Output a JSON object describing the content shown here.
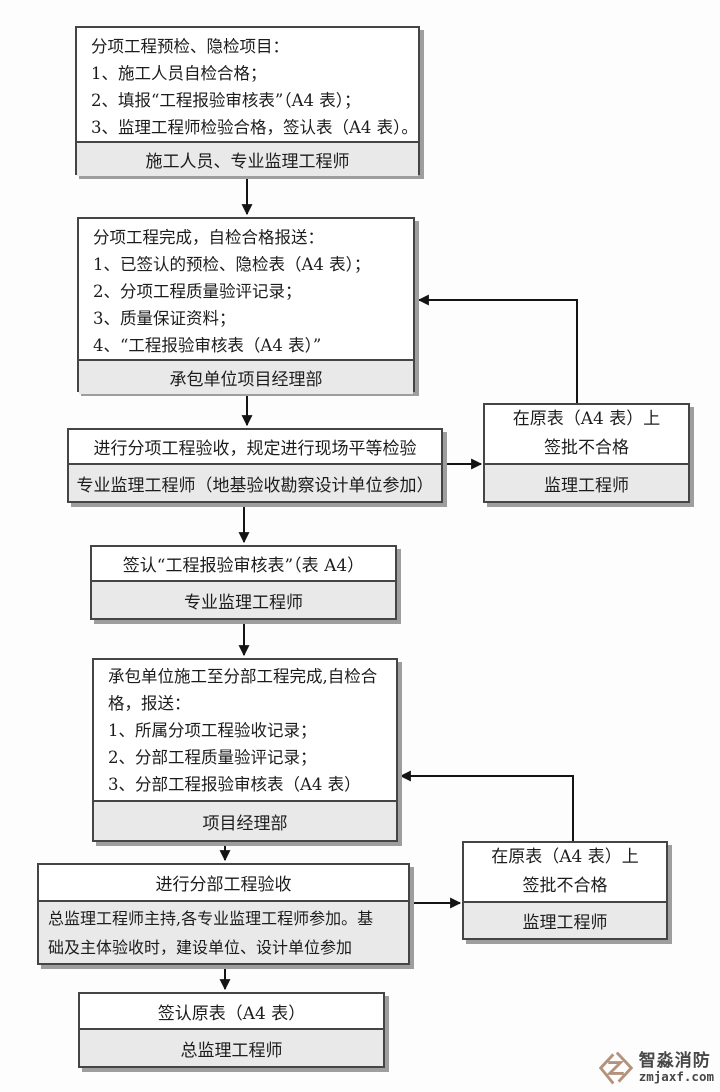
{
  "colors": {
    "page_bg": "#fdfdfd",
    "box_border": "#454545",
    "footer_bg": "#e9e9e9",
    "box_shadow": "#9e9e9e",
    "line": "#141414",
    "text": "#1c1c1c",
    "logo_tan": "#b3917a",
    "brand_text": "#474747"
  },
  "boxes": {
    "b1": {
      "lines": [
        "分项工程预检、隐检项目：",
        "1、施工人员自检合格；",
        "2、填报“工程报验审核表”（A4 表）；",
        "3、监理工程师检验合格，签认表（A4 表）。"
      ],
      "footer": "施工人员、专业监理工程师"
    },
    "b2": {
      "lines": [
        "分项工程完成，自检合格报送：",
        "1、已签认的预检、隐检表（A4 表）；",
        "2、分项工程质量验评记录；",
        "3、质量保证资料；",
        "4、“工程报验审核表（A4 表）”"
      ],
      "footer": "承包单位项目经理部"
    },
    "b3": {
      "title": "进行分项工程验收，规定进行现场平等检验",
      "footer": "专业监理工程师（地基验收勘察设计单位参加）"
    },
    "r1": {
      "lines": [
        "在原表（A4 表）上",
        "签批不合格"
      ],
      "footer": "监理工程师"
    },
    "b4": {
      "title": "签认“工程报验审核表”（表 A4）",
      "footer": "专业监理工程师"
    },
    "b5": {
      "lines": [
        "承包单位施工至分部工程完成,自检合",
        "格，报送：",
        "1、所属分项工程验收记录；",
        "2、分部工程质量验评记录；",
        "3、分部工程报验审核表（A4 表）"
      ],
      "footer": "项目经理部"
    },
    "b6": {
      "title": "进行分部工程验收",
      "footer_lines": [
        "总监理工程师主持,各专业监理工程师参加。基",
        "础及主体验收时，建设单位、设计单位参加"
      ]
    },
    "r2": {
      "lines": [
        "在原表（A4 表）上",
        "签批不合格"
      ],
      "footer": "监理工程师"
    },
    "b7": {
      "title": "签认原表（A4 表）",
      "footer": "总监理工程师"
    }
  },
  "watermark": {
    "brand": "智淼消防",
    "site": "zmjaxf.com"
  }
}
